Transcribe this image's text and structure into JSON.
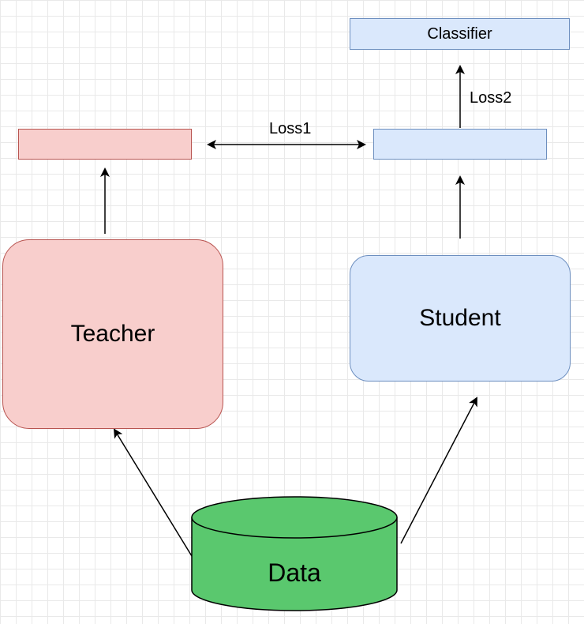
{
  "nodes": {
    "classifier": "Classifier",
    "teacher": "Teacher",
    "student": "Student",
    "data": "Data"
  },
  "edges": {
    "loss1": "Loss1",
    "loss2": "Loss2"
  },
  "colors": {
    "teacher_fill": "#f8cecc",
    "teacher_stroke": "#b85450",
    "student_fill": "#dae8fc",
    "student_stroke": "#6c8ebf",
    "data_fill": "#5ac86e",
    "data_stroke": "#000000"
  }
}
